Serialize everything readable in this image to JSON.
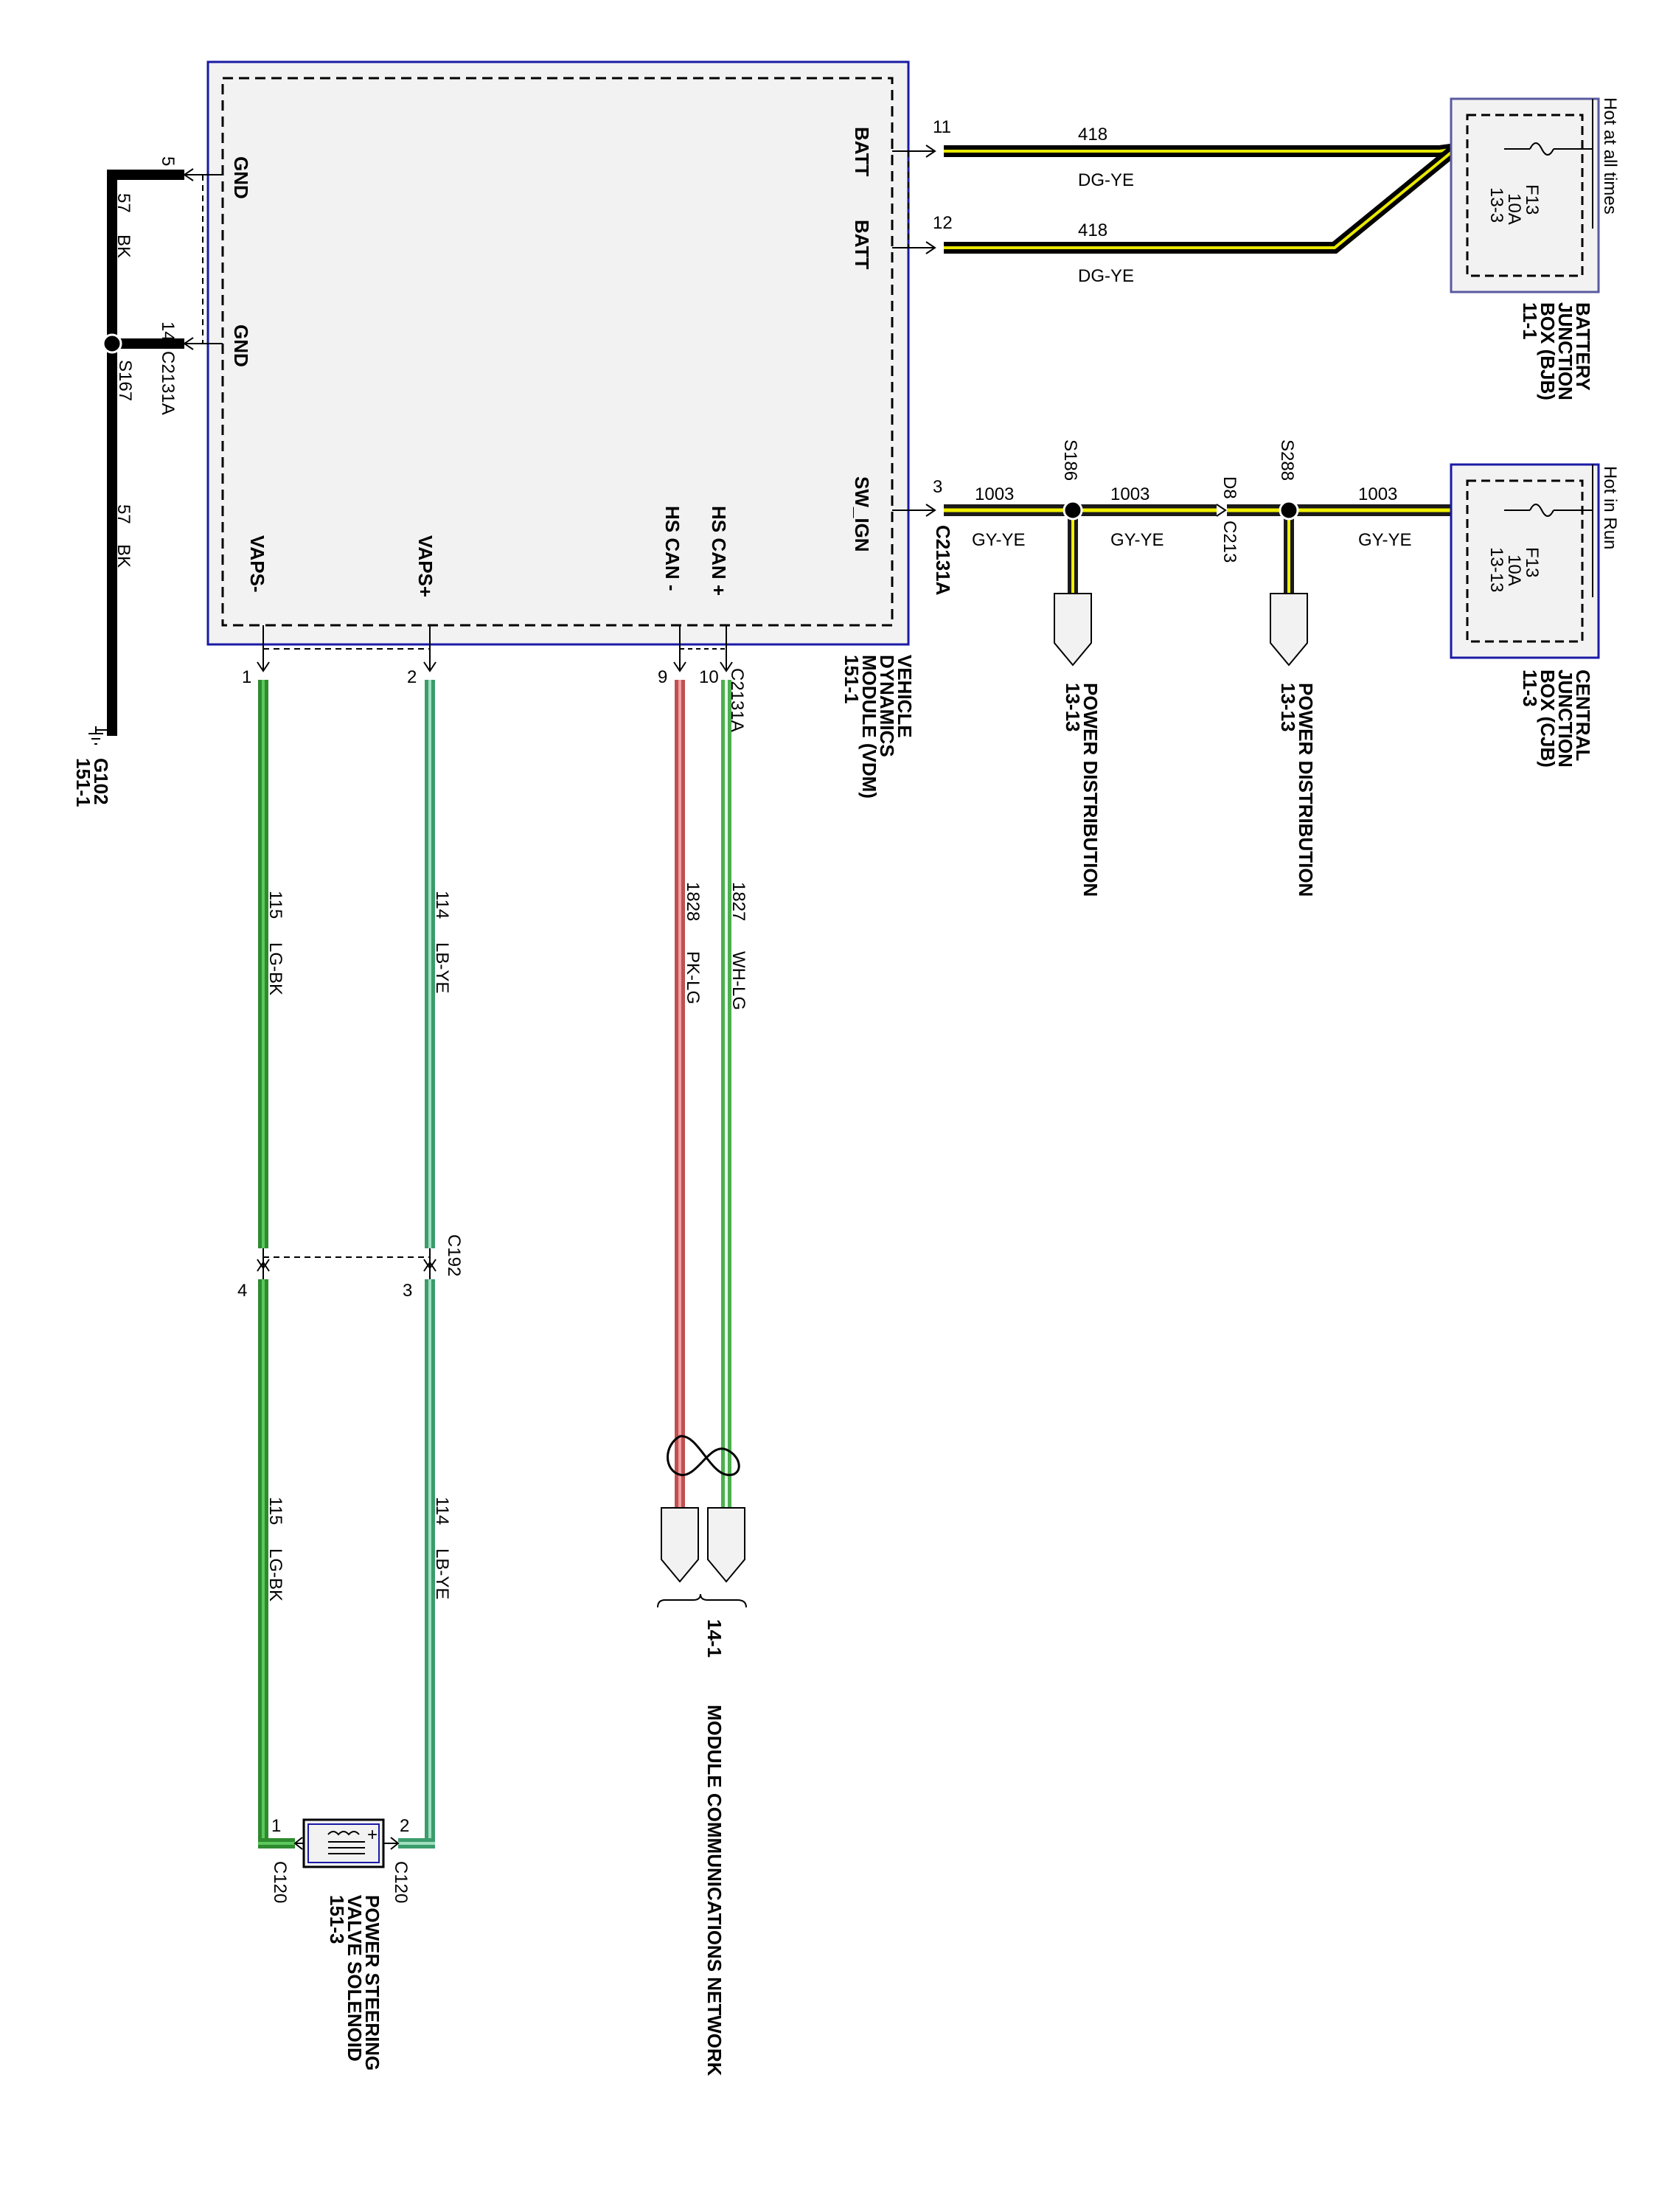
{
  "colors": {
    "module_fill": "#f2f2f2",
    "module_border": "#1a1aa6",
    "wire_dg_ye": [
      "#000000",
      "#e8e800"
    ],
    "wire_gy_ye": [
      "#1a1a1a",
      "#f0f000"
    ],
    "wire_lg_bk": [
      "#2e8b2e",
      "#5bc85b"
    ],
    "wire_lb_ye": [
      "#3c9c6c",
      "#9fe0c0"
    ],
    "wire_pk_lg": [
      "#c05050",
      "#f0a0a0"
    ],
    "wire_wh_lg": [
      "#4caf50",
      "#e8ffe8"
    ]
  },
  "vdm": {
    "name_lines": [
      "VEHICLE",
      "DYNAMICS",
      "MODULE (VDM)",
      "151-1"
    ],
    "pins": {
      "gnd1": "GND",
      "gnd2": "GND",
      "batt1": "BATT",
      "batt2": "BATT",
      "sw_ign": "SW_IGN",
      "vaps_minus": "VAPS-",
      "vaps_plus": "VAPS+",
      "hs_can_minus": "HS CAN -",
      "hs_can_plus": "HS CAN +"
    }
  },
  "bjb": {
    "status": "Hot at all times",
    "fuse": [
      "F13",
      "10A",
      "13-3"
    ],
    "name_lines": [
      "BATTERY",
      "JUNCTION",
      "BOX (BJB)",
      "11-1"
    ]
  },
  "cjb": {
    "status": "Hot in Run",
    "fuse": [
      "F13",
      "10A",
      "13-13"
    ],
    "name_lines": [
      "CENTRAL",
      "JUNCTION",
      "BOX (CJB)",
      "11-3"
    ]
  },
  "wires": {
    "batt1": {
      "pin": "11",
      "circuit": "418",
      "color": "DG-YE"
    },
    "batt2": {
      "pin": "12",
      "circuit": "418",
      "color": "DG-YE"
    },
    "ign": {
      "pin": "3",
      "connector": "C2131A",
      "circuit": "1003",
      "color": "GY-YE"
    },
    "ign_b": {
      "circuit": "1003",
      "color": "GY-YE"
    },
    "ign_c": {
      "circuit": "1003",
      "color": "GY-YE"
    },
    "gnd_top": {
      "pin": "5",
      "circuit": "57",
      "color": "BK"
    },
    "gnd_mid": {
      "pin": "14",
      "connector": "C2131A"
    },
    "gnd_bot": {
      "circuit": "57",
      "color": "BK"
    },
    "vaps_minus": {
      "pin": "1",
      "circuit": "115",
      "color": "LG-BK"
    },
    "vaps_plus": {
      "pin": "2",
      "circuit": "114",
      "color": "LB-YE"
    },
    "can_minus": {
      "pin": "9",
      "circuit": "1828",
      "color": "PK-LG"
    },
    "can_plus": {
      "pin": "10",
      "circuit": "1827",
      "color": "WH-LG"
    },
    "can_connector": "C2131A",
    "vaps_minus_b": {
      "pin": "4",
      "circuit": "115",
      "color": "LG-BK"
    },
    "vaps_plus_b": {
      "pin": "3",
      "circuit": "114",
      "color": "LB-YE"
    },
    "c192": "C192"
  },
  "splices": {
    "s186": "S186",
    "s288": "S288",
    "s167": "S167",
    "d8": "D8",
    "c213": "C213"
  },
  "ground": {
    "lines": [
      "G102",
      "151-1"
    ]
  },
  "power_dist_1": {
    "lines": [
      "POWER DISTRIBUTION",
      "13-13"
    ]
  },
  "power_dist_2": {
    "lines": [
      "POWER DISTRIBUTION",
      "13-13"
    ]
  },
  "mcn": {
    "ref": "14-1",
    "label": "MODULE COMMUNICATIONS NETWORK"
  },
  "solenoid": {
    "pin1": "1",
    "pin2": "2",
    "conn1": "C120",
    "conn2": "C120",
    "name_lines": [
      "POWER STEERING",
      "VALVE SOLENOID",
      "151-3"
    ]
  }
}
